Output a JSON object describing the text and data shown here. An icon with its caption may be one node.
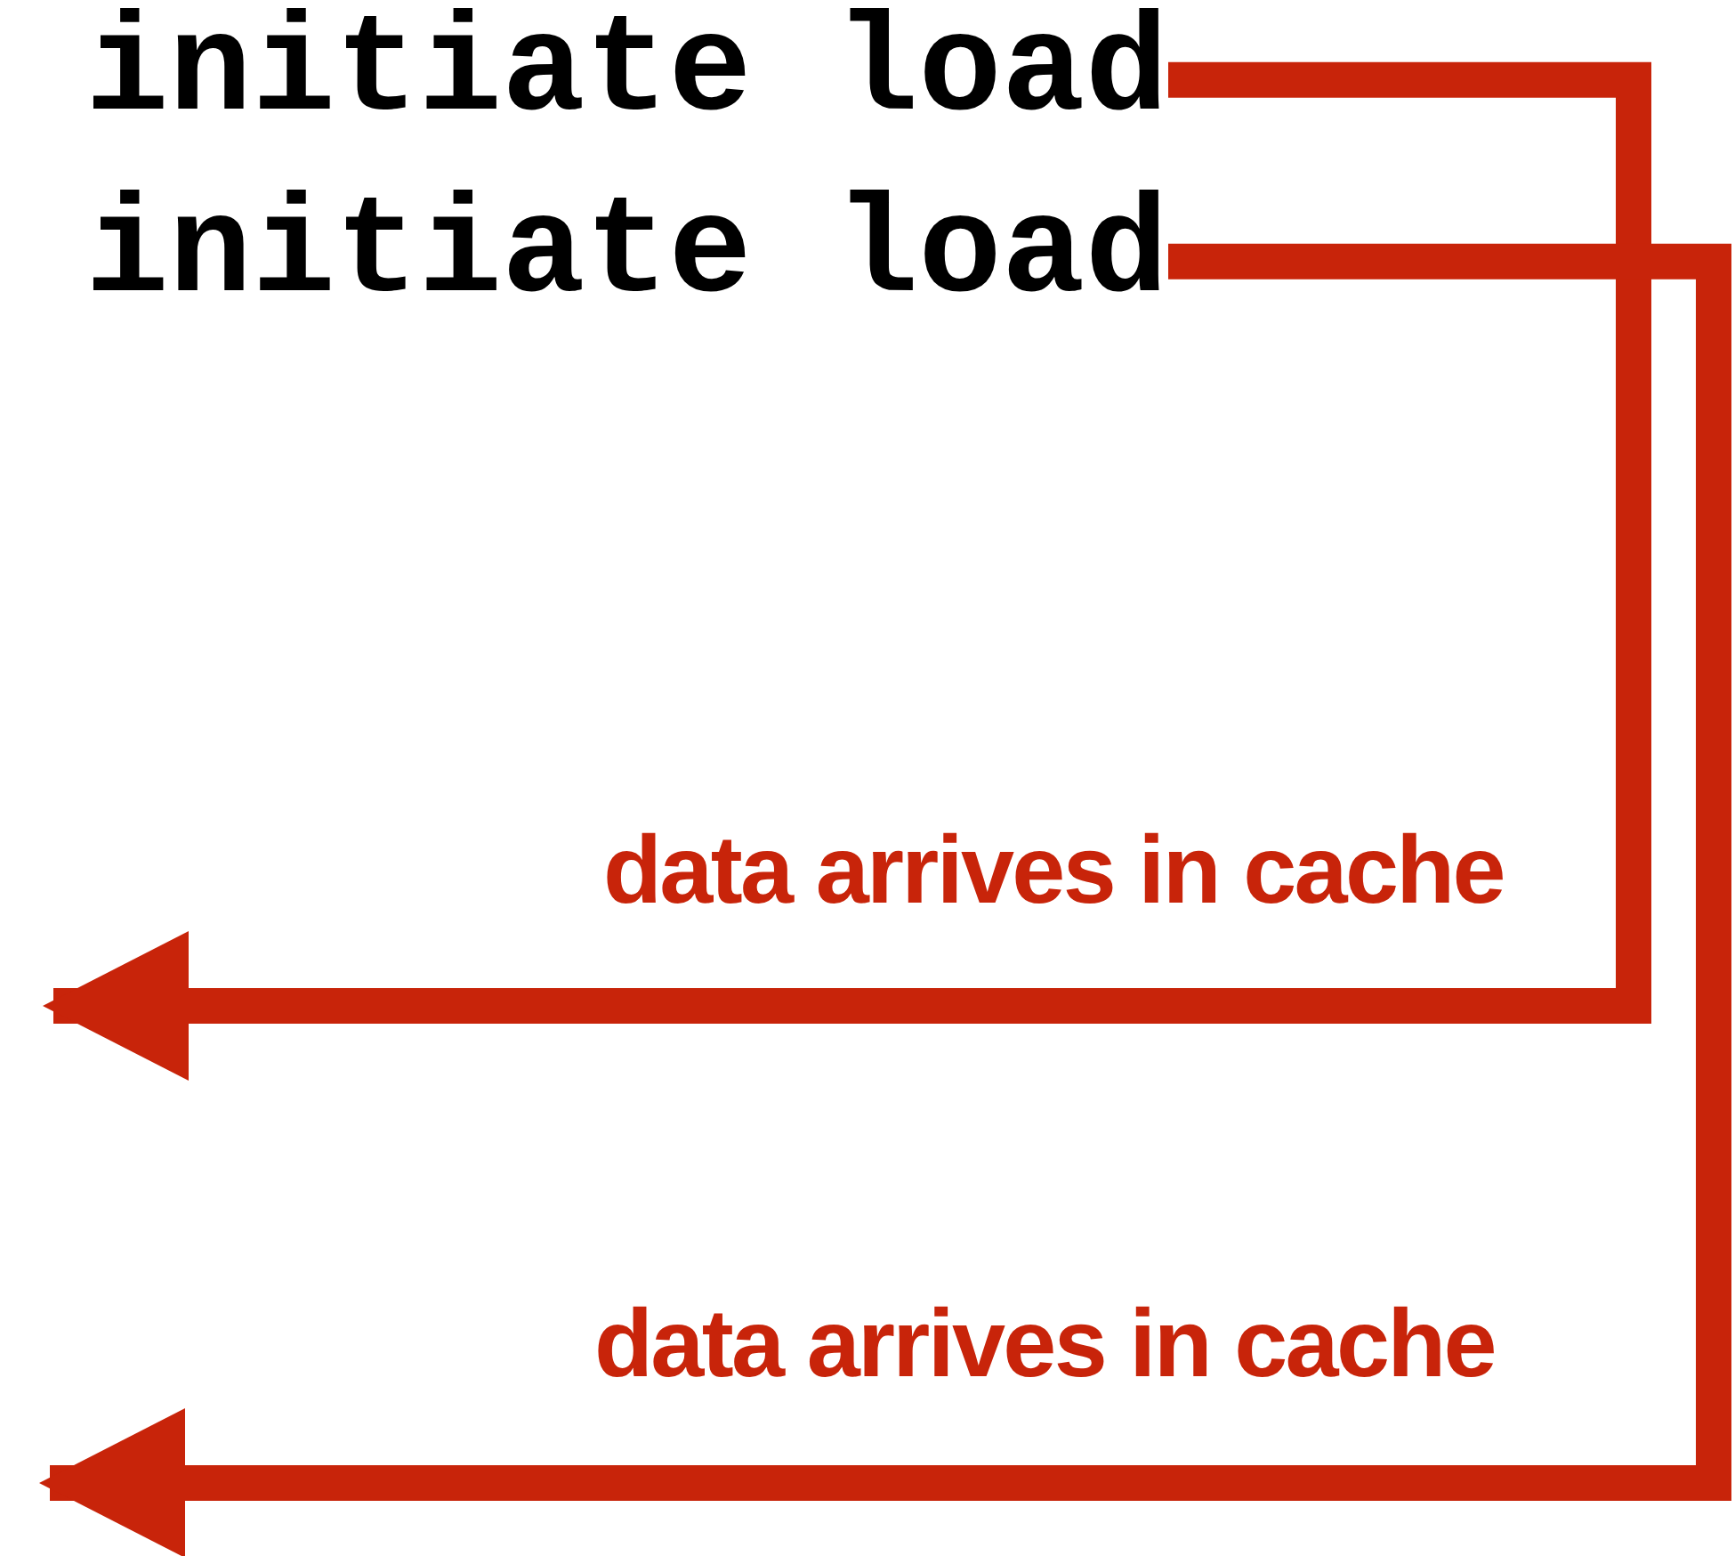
{
  "diagram": {
    "nodes": [
      {
        "text": [
          "initiate load"
        ]
      },
      {
        "text": [
          "initiate load"
        ]
      }
    ],
    "edges": [
      {
        "from": 0,
        "to": null,
        "arrow": "to",
        "label": "data arrives in cache"
      },
      {
        "from": 1,
        "to": null,
        "arrow": "to",
        "label": "data arrives in cache"
      }
    ]
  }
}
